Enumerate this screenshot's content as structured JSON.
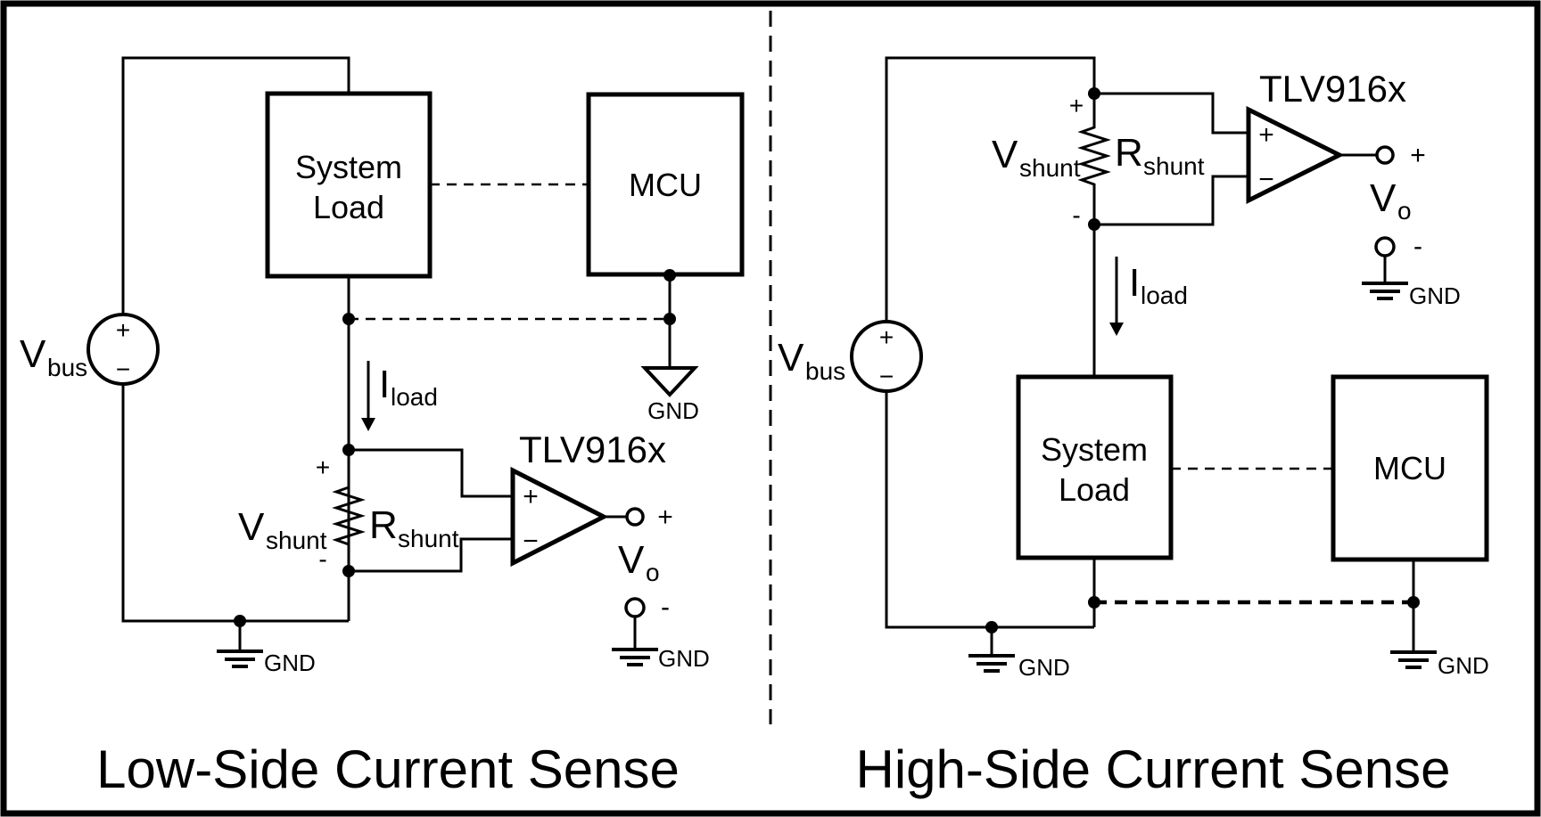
{
  "left": {
    "title": "Low-Side Current Sense",
    "vbus": {
      "main": "V",
      "sub": "bus",
      "plus": "+",
      "minus": "−"
    },
    "system_load": {
      "line1": "System",
      "line2": "Load"
    },
    "mcu": {
      "label": "MCU",
      "gnd": "GND"
    },
    "rail_gnd": "GND",
    "iload": {
      "main": "I",
      "sub": "load"
    },
    "shunt": {
      "plus": "+",
      "minus": "-",
      "v_main": "V",
      "v_sub": "shunt",
      "r_main": "R",
      "r_sub": "shunt"
    },
    "opamp": {
      "part": "TLV916x",
      "plus": "+",
      "minus": "−"
    },
    "vout": {
      "main": "V",
      "sub": "o",
      "plus": "+",
      "minus": "-",
      "gnd": "GND"
    }
  },
  "right": {
    "title": "High-Side Current Sense",
    "vbus": {
      "main": "V",
      "sub": "bus",
      "plus": "+",
      "minus": "−"
    },
    "system_load": {
      "line1": "System",
      "line2": "Load"
    },
    "mcu": {
      "label": "MCU",
      "gnd": "GND"
    },
    "rail_gnd": "GND",
    "iload": {
      "main": "I",
      "sub": "load"
    },
    "shunt": {
      "plus": "+",
      "minus": "-",
      "v_main": "V",
      "v_sub": "shunt",
      "r_main": "R",
      "r_sub": "shunt"
    },
    "opamp": {
      "part": "TLV916x",
      "plus": "+",
      "minus": "−"
    },
    "vout": {
      "main": "V",
      "sub": "o",
      "plus": "+",
      "minus": "-",
      "gnd": "GND"
    }
  },
  "colors": {
    "ink": "#000000",
    "background": "#ffffff"
  }
}
